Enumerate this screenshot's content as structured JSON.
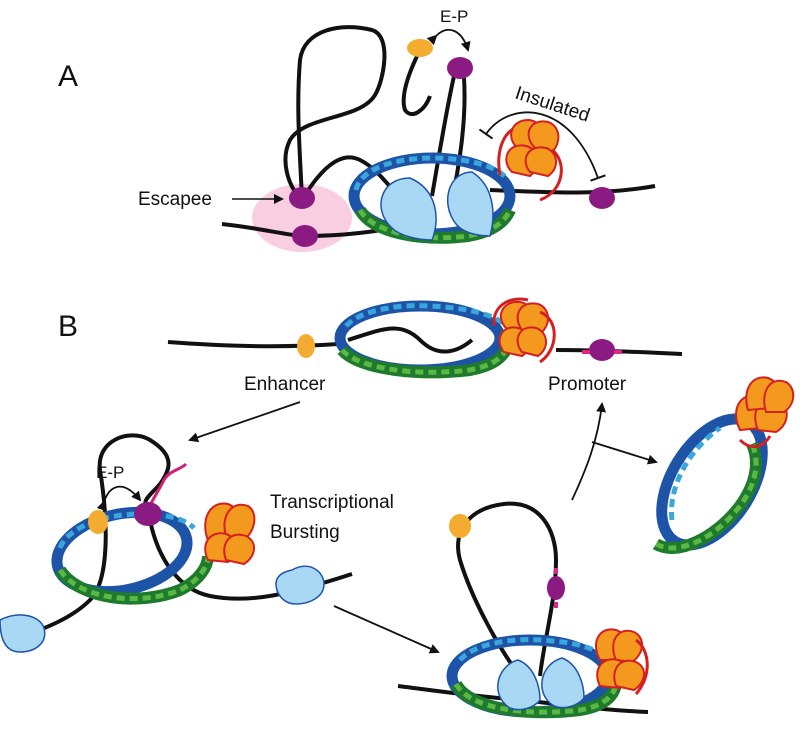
{
  "panels": {
    "a": {
      "letter": "A"
    },
    "b": {
      "letter": "B"
    }
  },
  "labels": {
    "ep_top": "E-P",
    "insulated": "Insulated",
    "escapee": "Escapee",
    "enhancer": "Enhancer",
    "promoter": "Promoter",
    "ep_bottom": "E-P",
    "bursting_line1": "Transcriptional",
    "bursting_line2": "Bursting"
  },
  "colors": {
    "dna": "#111111",
    "enhancer": "#f3ac2f",
    "promoter": "#8c1a83",
    "promoter_flank": "#e0258a",
    "cohesin_blue_dark": "#1d54a8",
    "cohesin_blue_light": "#3aa7dc",
    "cohesin_green_dark": "#1e7a2c",
    "cohesin_green_light": "#5cb845",
    "ctcf": "#f39a1e",
    "ctcf_outline": "#d42020",
    "polymerase": "#a9d8f5",
    "escapee_halo": "#f7c6da",
    "rna": "#d31f78"
  }
}
